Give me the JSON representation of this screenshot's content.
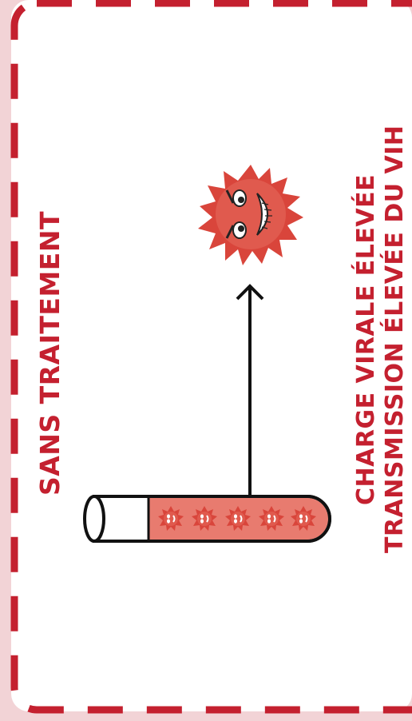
{
  "header": {
    "title": "SANS TRAITEMENT"
  },
  "caption": {
    "line1": "CHARGE VIRALE ÉLEVÉE",
    "line2": "TRANSMISSION ÉLEVÉE DU VIH"
  },
  "colors": {
    "accent": "#c4202f",
    "background": "#f2d3d6",
    "virus": "#e05a4e",
    "tube_fill": "#e87b6f"
  },
  "icons": [
    "test-tube-icon",
    "virus-icon",
    "arrow-up-icon"
  ]
}
